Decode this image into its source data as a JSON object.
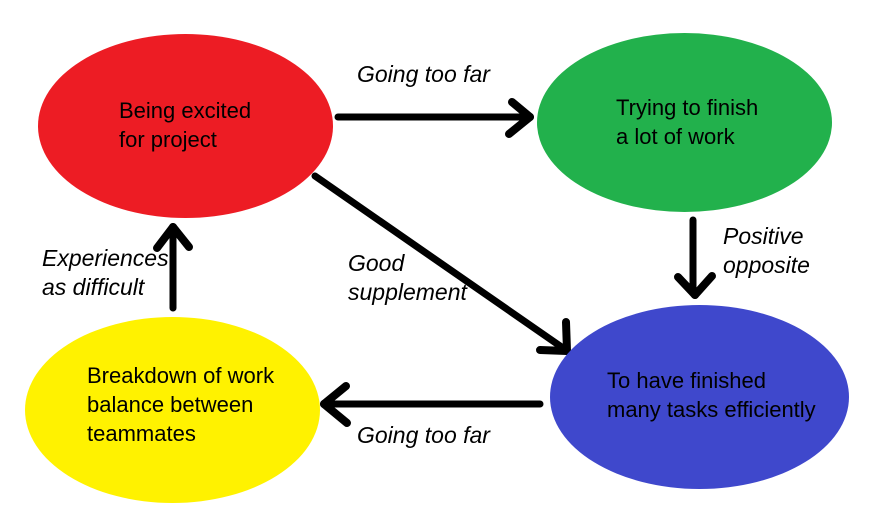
{
  "canvas": {
    "background": "#ffffff"
  },
  "colors": {
    "arrow": "#000000",
    "text": "#000000"
  },
  "nodes": {
    "excited": {
      "color": "#ed1c24",
      "line1": "Being excited",
      "line2": "for project"
    },
    "trying": {
      "color": "#22b14c",
      "line1": "Trying to finish",
      "line2": "a lot of work"
    },
    "finished": {
      "color": "#3f48cc",
      "line1": "To have finished",
      "line2": "many tasks efficiently"
    },
    "breakdown": {
      "color": "#fff200",
      "line1": "Breakdown of work",
      "line2": "balance between",
      "line3": "teammates"
    }
  },
  "edges": {
    "excited_to_trying": {
      "label": "Going too far"
    },
    "trying_to_finished": {
      "line1": "Positive",
      "line2": "opposite"
    },
    "excited_to_finished": {
      "line1": "Good",
      "line2": "supplement"
    },
    "finished_to_breakdown": {
      "label": "Going too far"
    },
    "breakdown_to_excited": {
      "line1": "Experiences",
      "line2": "as difficult"
    }
  }
}
